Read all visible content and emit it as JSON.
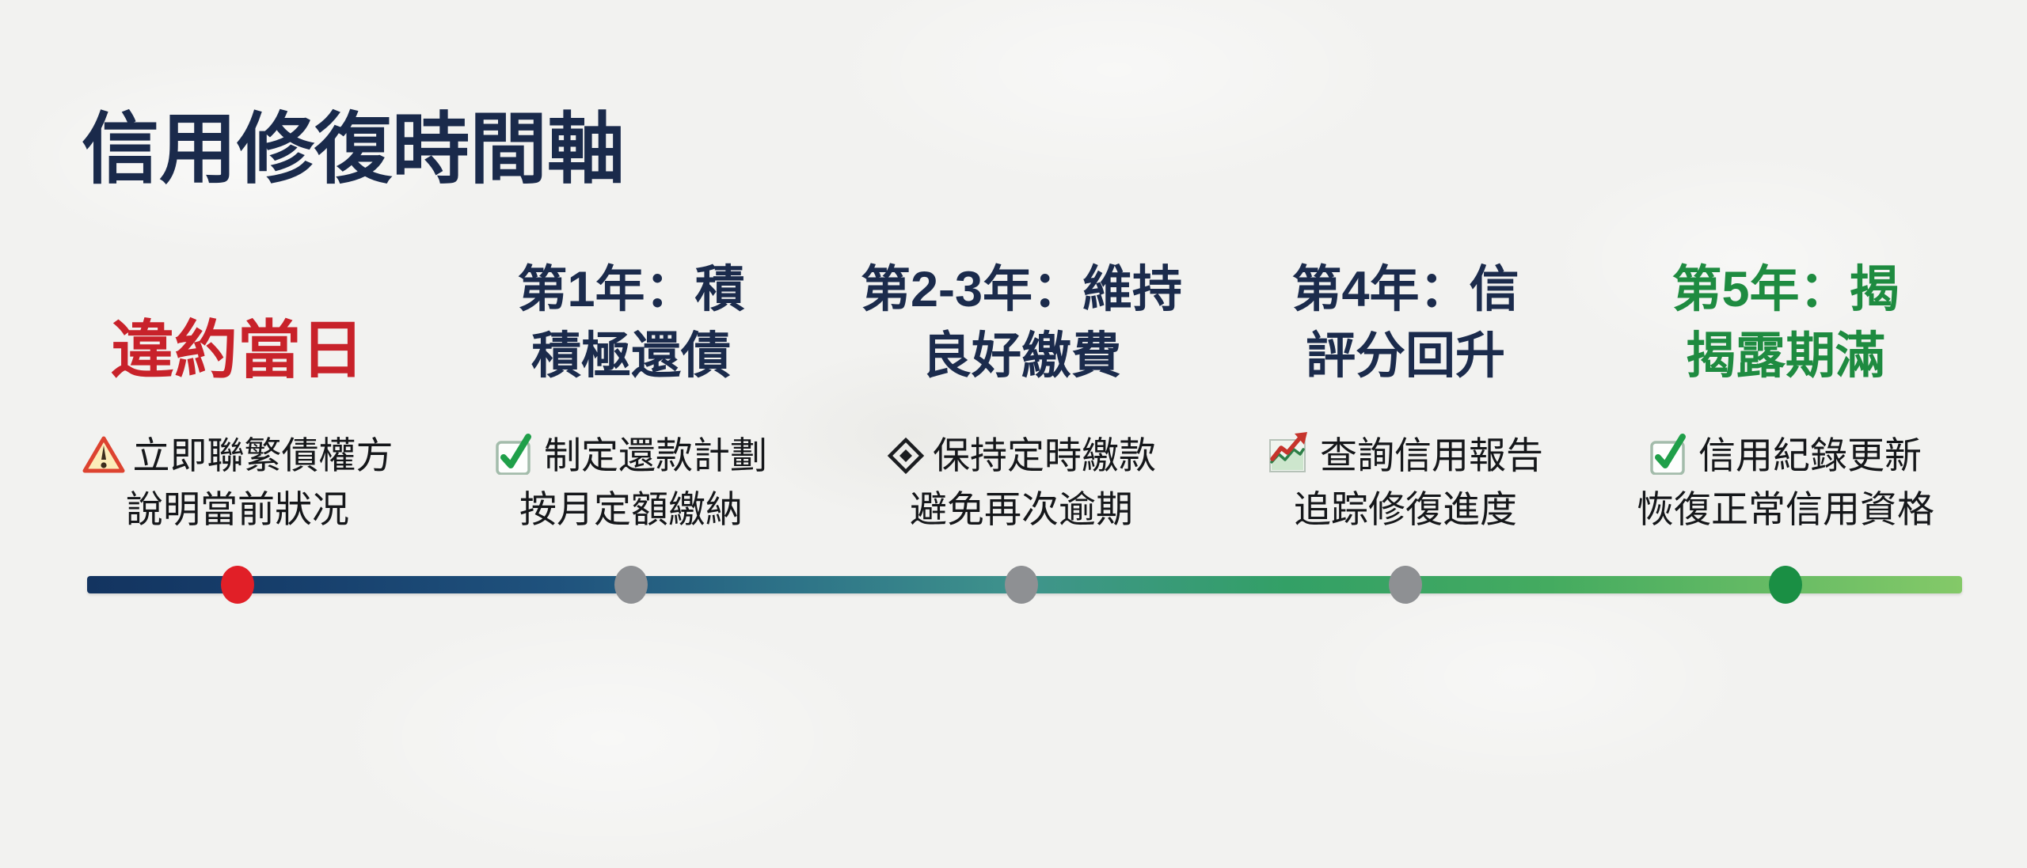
{
  "page": {
    "background_color": "#f2f2f0",
    "title": "信用修復時間軸",
    "title_color": "#1a2a4b"
  },
  "timeline": {
    "bar_gradient": [
      "#133460",
      "#1f527d",
      "#3f948c",
      "#33a066",
      "#84c968"
    ],
    "stages": [
      {
        "id": "default-day",
        "title_lines": [
          "違約當日"
        ],
        "title_color": "#c8222a",
        "dot_color": "#e11f27",
        "icon": "warning-icon",
        "desc_line1": "立即聯繁債權方",
        "desc_line2": "說明當前狀况"
      },
      {
        "id": "year-1",
        "title_lines": [
          "第1年：積",
          "積極還債"
        ],
        "title_color": "#1b2b4c",
        "dot_color": "#8e9093",
        "icon": "checkbox-icon",
        "desc_line1": "制定還款計劃",
        "desc_line2": "按月定額繳納"
      },
      {
        "id": "years-2-3",
        "title_lines": [
          "第2-3年：維持",
          "良好繳費"
        ],
        "title_color": "#1b2b4c",
        "dot_color": "#8e9093",
        "icon": "diamond-icon",
        "desc_line1": "保持定時繳款",
        "desc_line2": "避免再次逾期"
      },
      {
        "id": "year-4",
        "title_lines": [
          "第4年：信",
          "評分回升"
        ],
        "title_color": "#1b2b4c",
        "dot_color": "#8e9093",
        "icon": "chart-increasing-icon",
        "desc_line1": "查詢信用報告",
        "desc_line2": "追踪修復進度"
      },
      {
        "id": "year-5",
        "title_lines": [
          "第5年：揭",
          "揭露期滿"
        ],
        "title_color": "#1e8b40",
        "dot_color": "#1a8f44",
        "icon": "checkbox-icon",
        "desc_line1": "信用紀錄更新",
        "desc_line2": "恢復正常信用資格"
      }
    ]
  }
}
